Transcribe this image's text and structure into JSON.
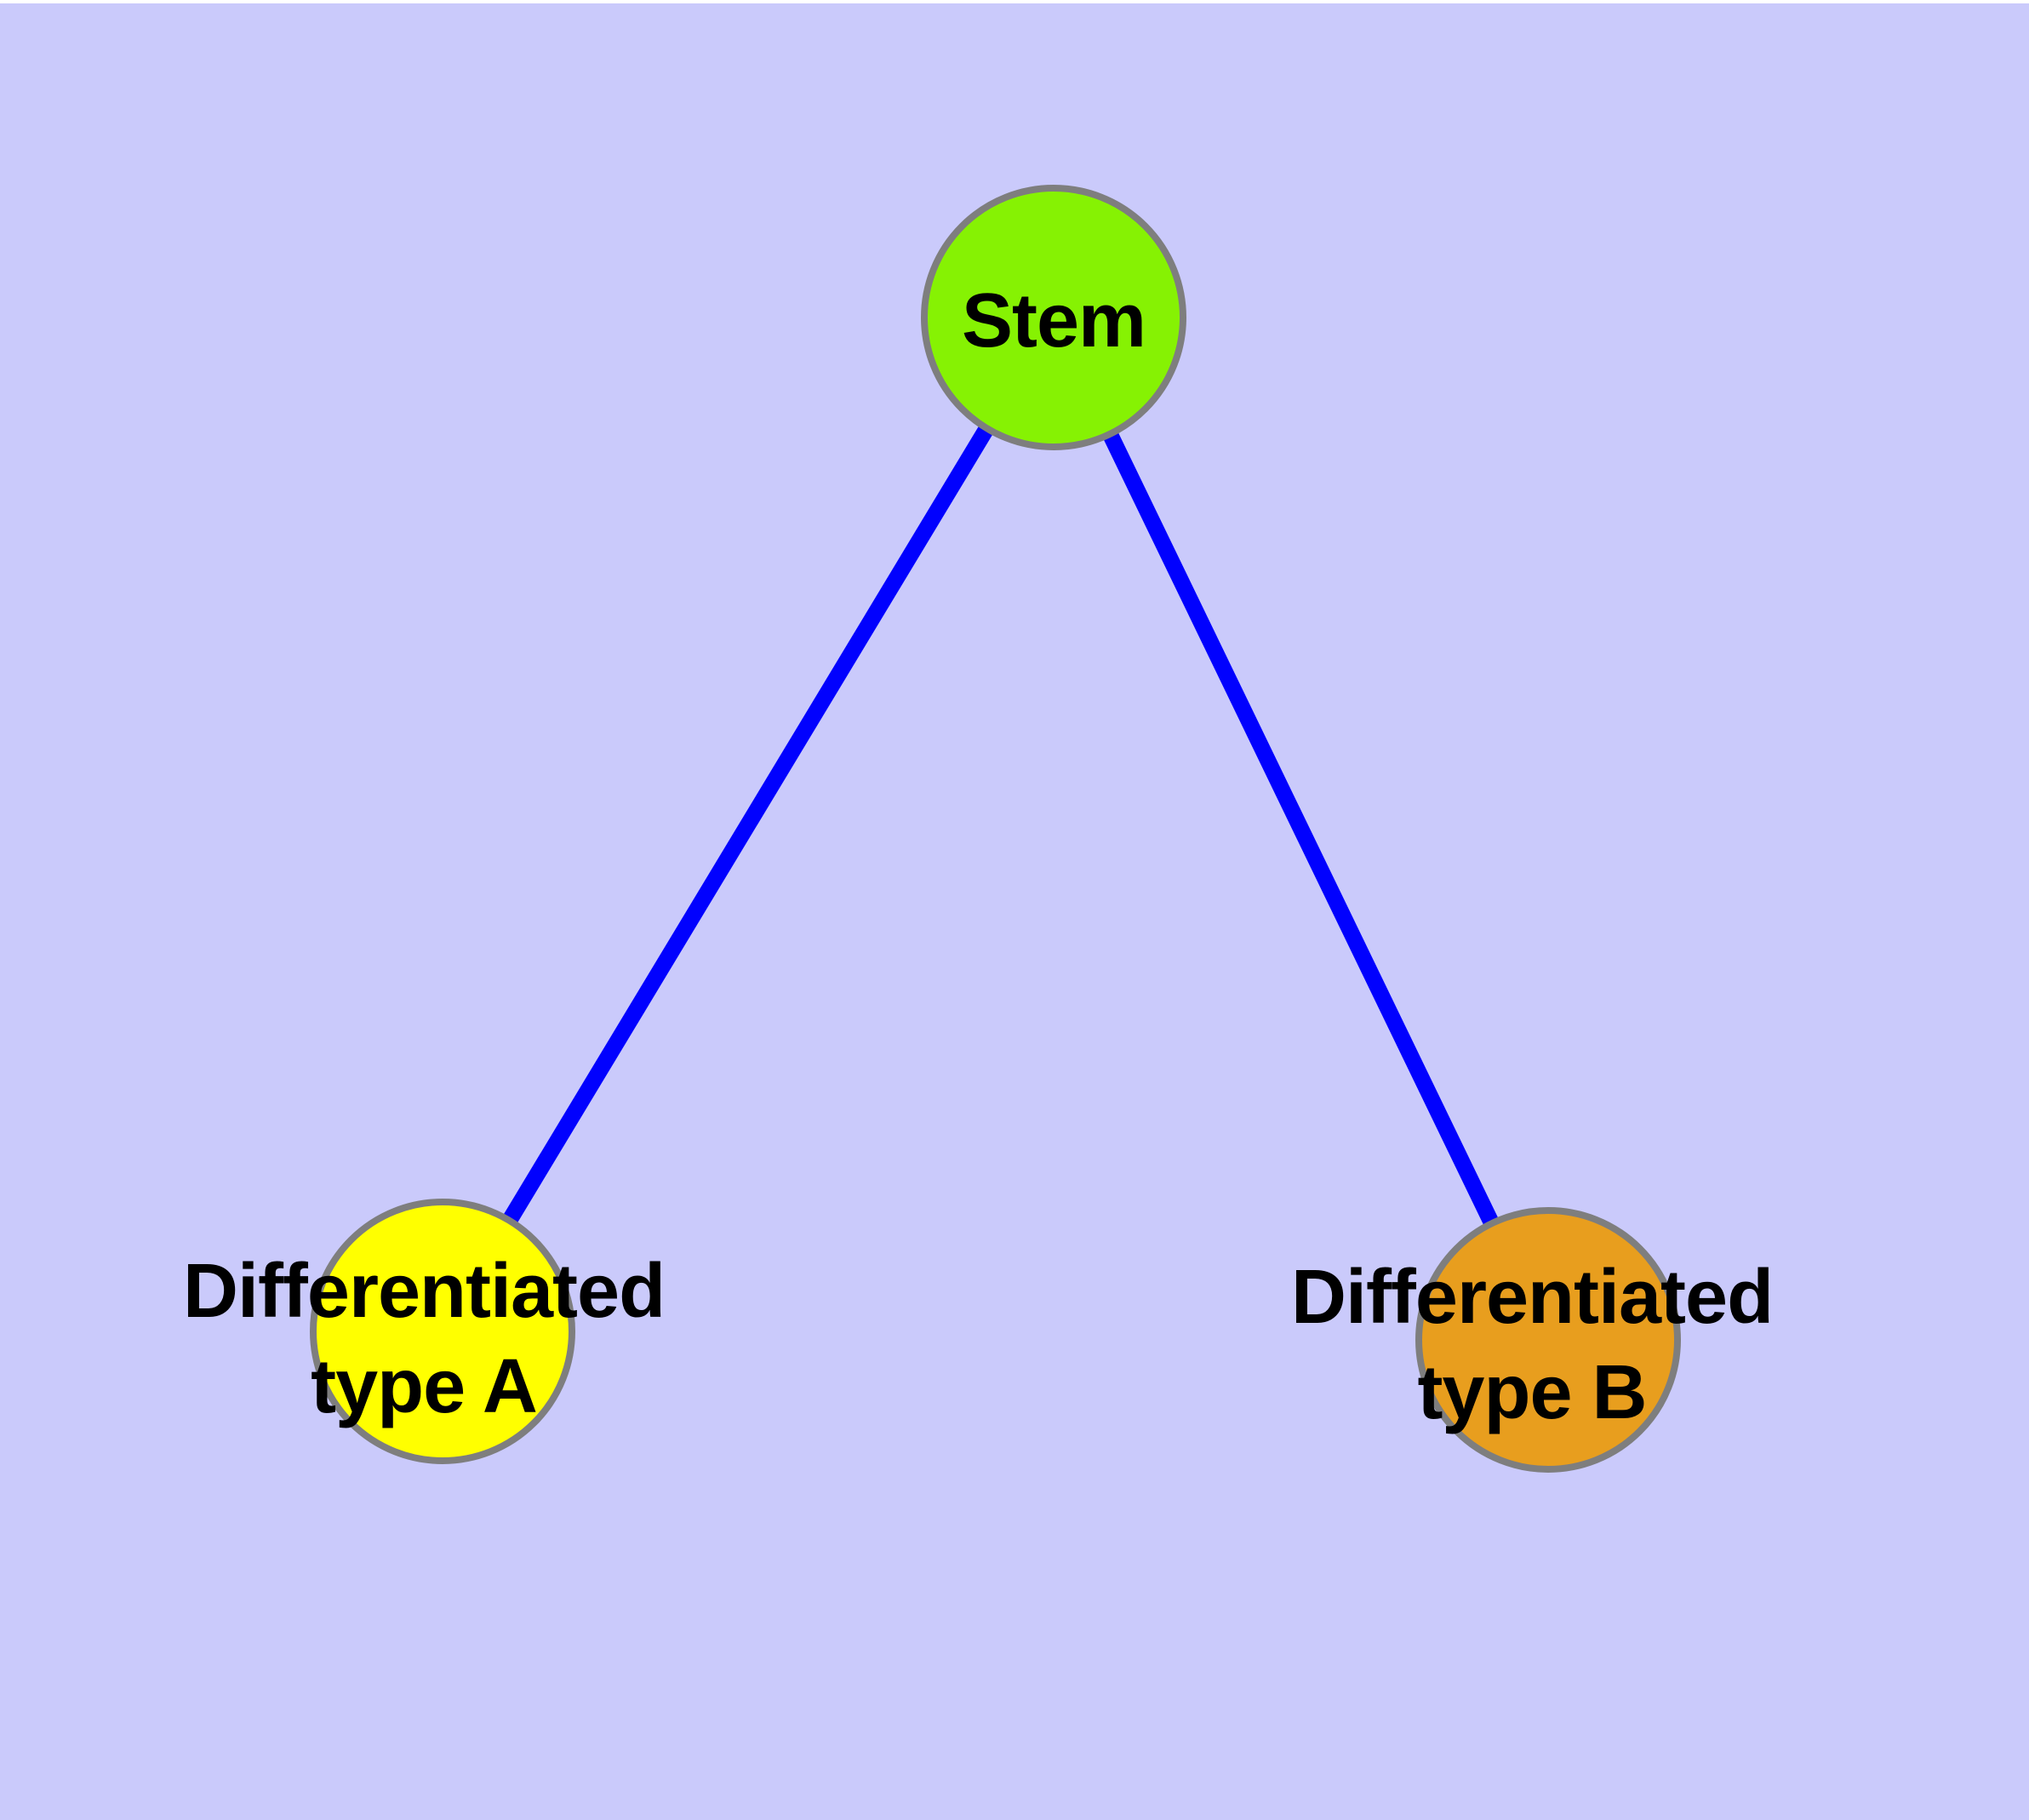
{
  "diagram": {
    "type": "node-link-graph",
    "colors": {
      "background": "#CACAFB",
      "page_margin": "#FFFFFF",
      "edge": "#0101FE",
      "node_border": "#7E7E7E",
      "label_text": "#000000"
    },
    "nodes": [
      {
        "id": "stem",
        "label": "Stem",
        "label_lines": [
          "Stem"
        ],
        "color": "#86F203",
        "shape": "circle"
      },
      {
        "id": "differentiated-type-a",
        "label": "Differentiated type A",
        "label_lines": [
          "Differentiated",
          "type A"
        ],
        "color": "#FFFF00",
        "shape": "circle"
      },
      {
        "id": "differentiated-type-b",
        "label": "Differentiated type B",
        "label_lines": [
          "Differentiated",
          "type B"
        ],
        "color": "#E89E1E",
        "shape": "circle"
      }
    ],
    "edges": [
      {
        "from": "stem",
        "to": "differentiated-type-a"
      },
      {
        "from": "stem",
        "to": "differentiated-type-b"
      }
    ]
  }
}
